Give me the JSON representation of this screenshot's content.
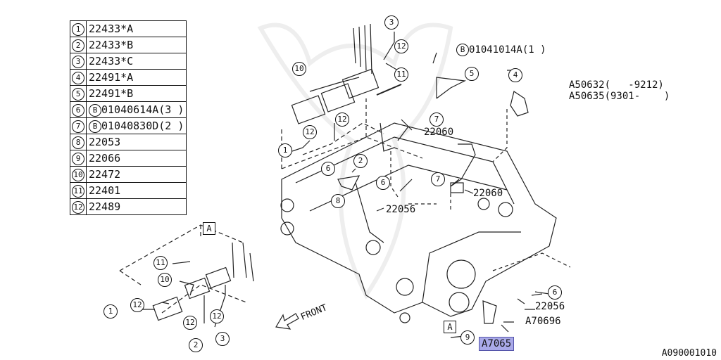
{
  "legend": [
    {
      "num": "1",
      "part": "22433*A"
    },
    {
      "num": "2",
      "part": "22433*B"
    },
    {
      "num": "3",
      "part": "22433*C"
    },
    {
      "num": "4",
      "part": "22491*A"
    },
    {
      "num": "5",
      "part": "22491*B"
    },
    {
      "num": "6",
      "part_prefix": "B",
      "part": "01040614A(3 )"
    },
    {
      "num": "7",
      "part_prefix": "B",
      "part": "01040830D(2 )"
    },
    {
      "num": "8",
      "part": "22053"
    },
    {
      "num": "9",
      "part": "22066"
    },
    {
      "num": "10",
      "part": "22472"
    },
    {
      "num": "11",
      "part": "22401"
    },
    {
      "num": "12",
      "part": "22489"
    }
  ],
  "labels": {
    "bolt_b": "01041014A(1 )",
    "bolt_b_prefix": "B",
    "a50632": "A50632(   -9212)",
    "a50635": "A50635(9301-    )",
    "p22060_top": "22060",
    "p22060_mid": "22060",
    "p22056_mid": "22056",
    "p22056_bot": "22056",
    "a70696": "A70696",
    "a7065": "A7065",
    "front": "FRONT",
    "section_a_top": "A",
    "section_a_bottom": "A",
    "diagram_id": "A090001010"
  },
  "callouts": {
    "c3_top": "3",
    "c12_top": "12",
    "c10_top": "10",
    "c11_top": "11",
    "c12_left": "12",
    "c12_mid": "12",
    "c1_top": "1",
    "c2_top": "2",
    "c5": "5",
    "c4": "4",
    "c7_top": "7",
    "c6_top": "6",
    "c6_mid": "6",
    "c8": "8",
    "c7_mid": "7",
    "c6_right": "6",
    "c9": "9",
    "c11_bot": "11",
    "c10_bot": "10",
    "c1_bot": "1",
    "c12_bot_left": "12",
    "c12_bot_mid": "12",
    "c12_bot_right": "12",
    "c2_bot": "2",
    "c3_bot": "3"
  }
}
